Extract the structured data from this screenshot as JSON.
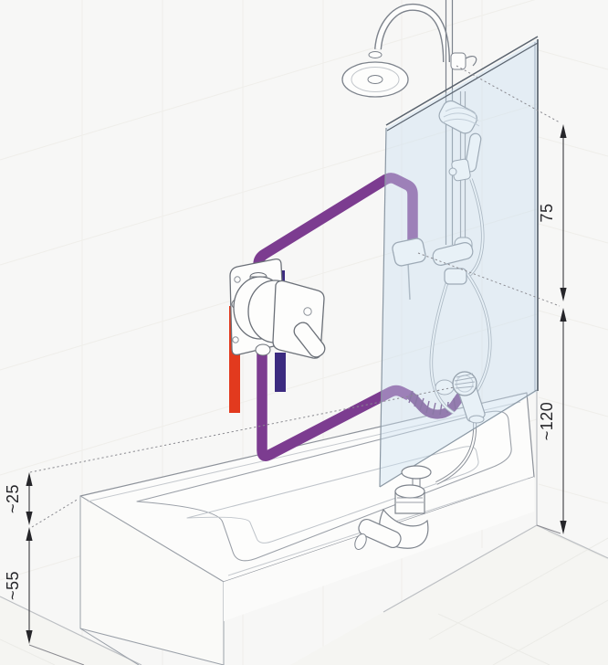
{
  "diagram": {
    "title": "bath-shower-installation-isometric-diagram",
    "dimensions": {
      "right_upper": {
        "label": "75"
      },
      "right_lower": {
        "label": "~120"
      },
      "left_upper": {
        "label": "~25"
      },
      "left_lower": {
        "label": "~55"
      }
    },
    "colors": {
      "background": "#f7f7f6",
      "outline": "#7d838c",
      "dark_outline": "#5a636e",
      "hot_pipe": "#e23a1e",
      "cold_pipe": "#3c2b80",
      "mixed_pipe": "#7c3c90",
      "flex_pipe": "#6d3580",
      "glass_fill_rgba": "rgba(202,223,240,0.42)",
      "glass_edge": "#5a636e",
      "dimension_line": "#3a3a3e"
    },
    "components": [
      "rain-shower-head",
      "shower-arm",
      "shower-riser",
      "glass-screen",
      "hand-shower",
      "shower-rail",
      "diverter-fittings",
      "wall-outlet-elbow",
      "concealed-mixer",
      "hot-water-pipe",
      "cold-water-pipe",
      "mixed-water-pipe-upper",
      "mixed-water-pipe-lower",
      "flex-connector",
      "overflow-filler",
      "shower-hose",
      "bathtub",
      "drain-trap"
    ]
  }
}
